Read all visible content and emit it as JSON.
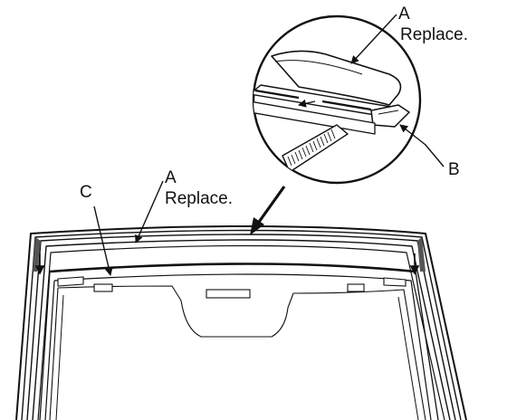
{
  "labels": {
    "a_top": "A",
    "replace_top": "Replace.",
    "b": "B",
    "c": "C",
    "a_lower": "A",
    "replace_lower": "Replace."
  },
  "colors": {
    "line": "#111111",
    "fill": "#ffffff",
    "shade": "#555555"
  }
}
